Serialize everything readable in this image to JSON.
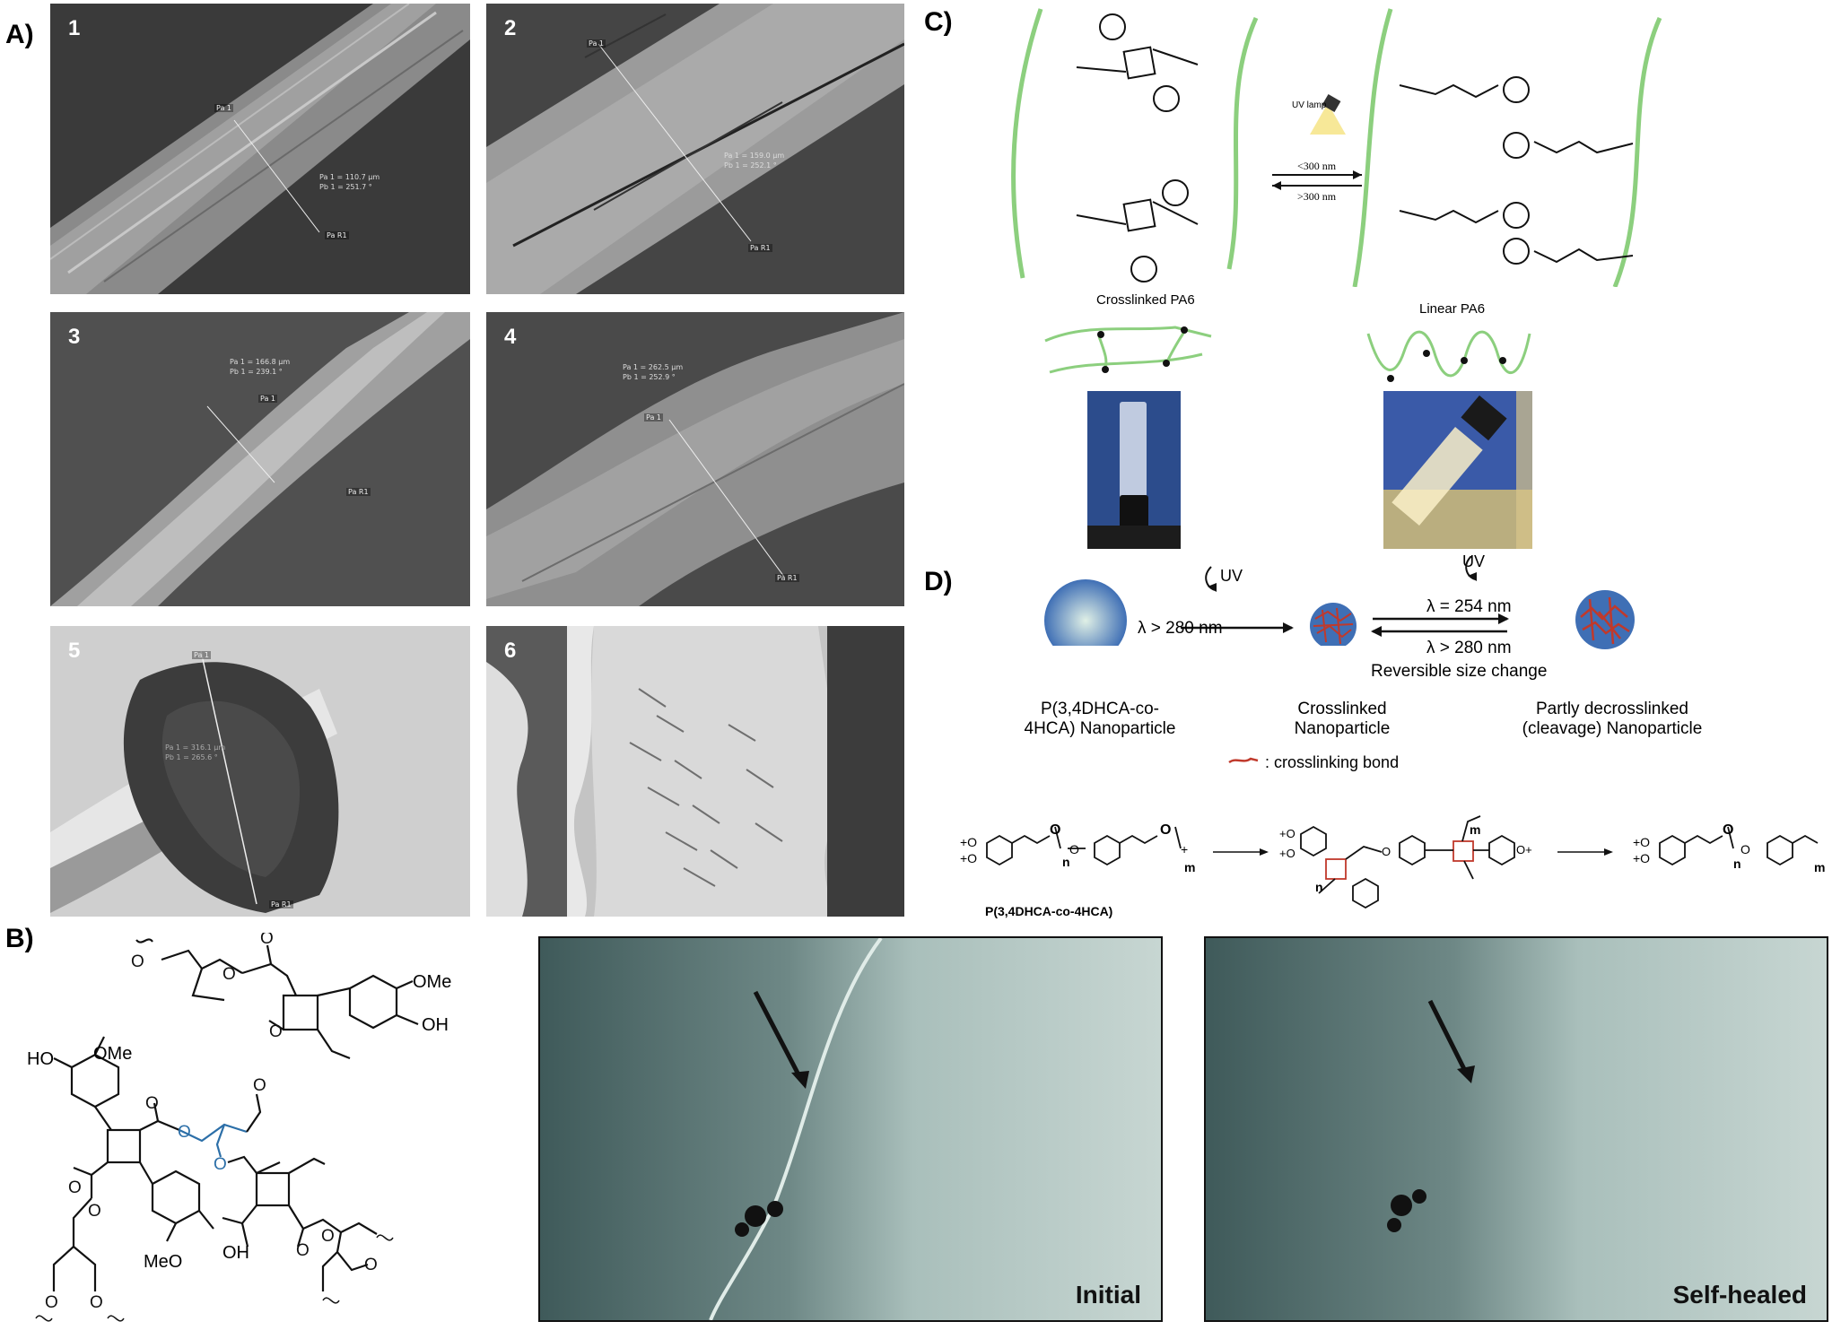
{
  "panels": {
    "a": "A)",
    "b": "B)",
    "c": "C)",
    "d": "D)"
  },
  "sem_images": [
    {
      "num": "1",
      "meas": "Pa 1 = 110.7 μm\nPb 1 = 251.7 °",
      "pa": "Pa 1",
      "pb": "Pa R1"
    },
    {
      "num": "2",
      "meas": "Pa 1 = 159.0 μm\nPb 1 = 252.1 °",
      "pa": "Pa 1",
      "pb": "Pa R1"
    },
    {
      "num": "3",
      "meas": "Pa 1 = 166.8 μm\nPb 1 = 239.1 °",
      "pa": "Pa 1",
      "pb": "Pa R1"
    },
    {
      "num": "4",
      "meas": "Pa 1 = 262.5 μm\nPb 1 = 252.9 °",
      "pa": "Pa 1",
      "pb": "Pa R1"
    },
    {
      "num": "5",
      "meas": "Pa 1 = 316.1 μm\nPb 1 = 265.6 °",
      "pa": "Pa 1",
      "pb": "Pa R1"
    },
    {
      "num": "6"
    }
  ],
  "panel_c": {
    "uv_lamp": "UV lamp",
    "forward": "<300 nm",
    "backward": ">300 nm",
    "crosslinked_label": "Crosslinked PA6",
    "linear_label": "Linear PA6"
  },
  "panel_d": {
    "uv1": "UV",
    "uv2": "UV",
    "arrow1": "λ > 280 nm",
    "arrow_fwd": "λ = 254 nm",
    "arrow_back": "λ > 280 nm",
    "reversible": "Reversible size change",
    "np1_line1": "P(3,4DHCA-co-",
    "np1_line2": "4HCA) Nanoparticle",
    "np2_line1": "Crosslinked",
    "np2_line2": "Nanoparticle",
    "np3_line1": "Partly decrosslinked",
    "np3_line2": "(cleavage) Nanoparticle",
    "legend": ": crosslinking bond",
    "polymer_name": "P(3,4DHCA-co-4HCA)",
    "sub_n": "n",
    "sub_m": "m"
  },
  "panel_b": {
    "ome1": "OMe",
    "oh1": "OH",
    "ho2": "HO",
    "ome2": "OMe",
    "meo3": "MeO",
    "oh3": "OH",
    "micro_initial": "Initial",
    "micro_healed": "Self-healed"
  },
  "colors": {
    "green_chain": "#8ccf7e",
    "crosslink_red": "#c0392b",
    "np_blue": "#3f6fb5",
    "ester_blue": "#2c6fa8"
  }
}
